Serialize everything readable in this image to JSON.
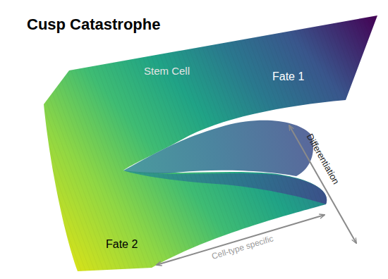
{
  "diagram": {
    "title": "Cusp Catastrophe",
    "labels": [
      "Stem Cell",
      "Fate 1",
      "Fate 2",
      "Differentiation",
      "Cell-type specific"
    ]
  }
}
